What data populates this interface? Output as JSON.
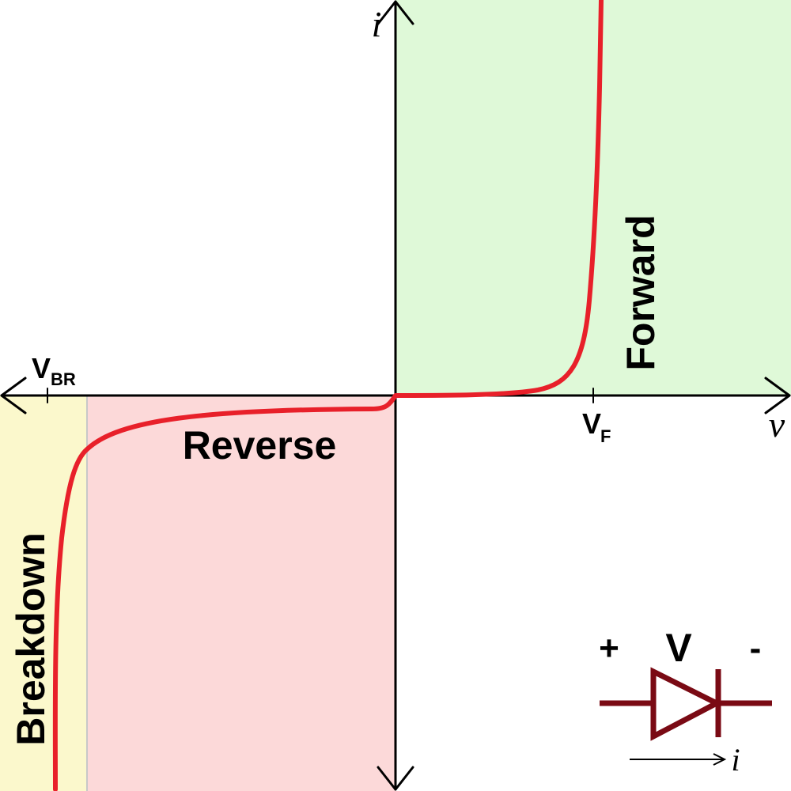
{
  "diagram": {
    "axis_labels": {
      "current": "i",
      "voltage": "v"
    },
    "markers": {
      "breakdown_voltage": {
        "main": "V",
        "sub": "BR"
      },
      "forward_voltage": {
        "main": "V",
        "sub": "F"
      }
    },
    "regions": {
      "forward": "Forward",
      "reverse": "Reverse",
      "breakdown": "Breakdown"
    },
    "symbol": {
      "plus": "+",
      "voltage": "V",
      "minus": "-",
      "current": "i"
    },
    "colors": {
      "forward_region": "#dff9d8",
      "reverse_region": "#fcd9d9",
      "breakdown_region": "#fbf8cc",
      "curve": "#e8202a",
      "diode_symbol": "#7a0a14",
      "axes": "#000000"
    }
  }
}
